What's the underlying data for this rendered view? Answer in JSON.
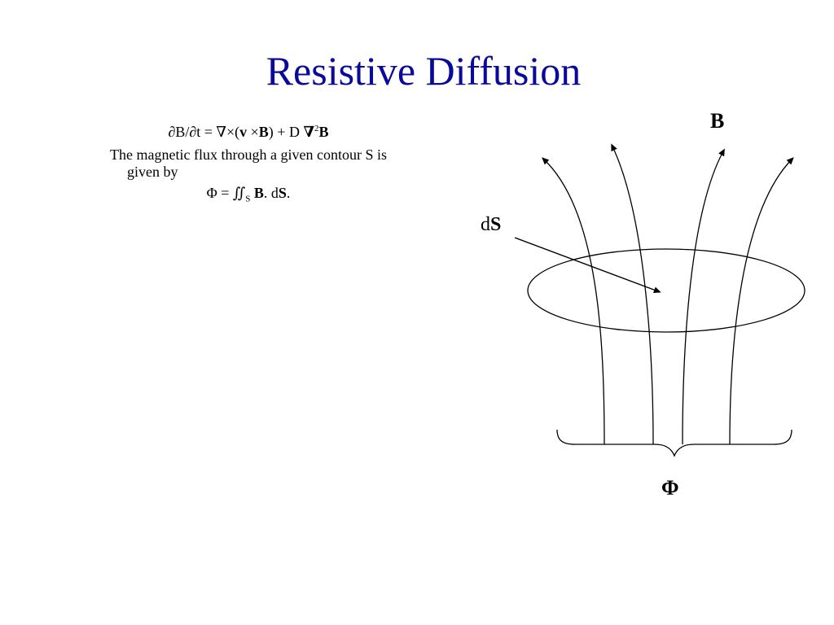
{
  "slide": {
    "title": "Resistive Diffusion",
    "equation_induction": {
      "lhs": "∂B/∂t = ",
      "curl": "∇×(",
      "v": "v",
      "times": " ×",
      "B": "B",
      "close": ") + D ",
      "laplacian": "∇",
      "power": "2",
      "B2": "B"
    },
    "flux_text": {
      "line1": "The magnetic flux through a given contour S is",
      "line2": "given by"
    },
    "equation_flux": {
      "phi": "Φ = ∬",
      "sub_s": "S",
      "B": "B",
      "dot": ". d",
      "S": "S",
      "period": "."
    },
    "diagram": {
      "label_B": "B",
      "label_dS_d": "d",
      "label_dS_S": "S",
      "label_phi": "Φ"
    }
  }
}
